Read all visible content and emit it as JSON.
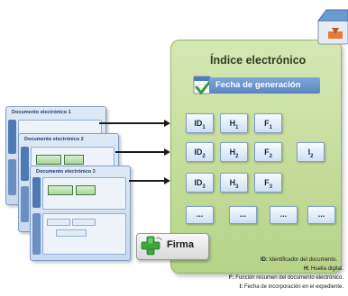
{
  "documents": [
    {
      "title": "Documento electrónico 1"
    },
    {
      "title": "Documento electrónico 2"
    },
    {
      "title": "Documento electrónico 3"
    }
  ],
  "index": {
    "title": "Índice electrónico",
    "date_label": "Fecha de generación",
    "rows": [
      {
        "cells": [
          {
            "main": "ID",
            "sub": "1"
          },
          {
            "main": "H",
            "sub": "1"
          },
          {
            "main": "F",
            "sub": "1"
          }
        ]
      },
      {
        "cells": [
          {
            "main": "ID",
            "sub": "2"
          },
          {
            "main": "H",
            "sub": "2"
          },
          {
            "main": "F",
            "sub": "2"
          },
          {
            "main": "I",
            "sub": "2"
          }
        ]
      },
      {
        "cells": [
          {
            "main": "ID",
            "sub": "3"
          },
          {
            "main": "H",
            "sub": "3"
          },
          {
            "main": "F",
            "sub": "3"
          }
        ]
      },
      {
        "cells": [
          {
            "main": "...",
            "sub": ""
          },
          {
            "main": "...",
            "sub": ""
          },
          {
            "main": "...",
            "sub": ""
          },
          {
            "main": "...",
            "sub": ""
          }
        ]
      }
    ]
  },
  "signature": {
    "label": "Firma"
  },
  "legend": [
    {
      "key": "ID:",
      "text": "Identificador del documento."
    },
    {
      "key": "H:",
      "text": "Huella digital."
    },
    {
      "key": "F:",
      "text": "Función resumen del documento electrónico."
    },
    {
      "key": "I:",
      "text": "Fecha de incorporación en el expediente."
    }
  ],
  "colors": {
    "panel": "#c4dd9b",
    "date_bar": "#6b95cd",
    "cell": "#dde9f6",
    "doc": "#d3e0f0"
  }
}
